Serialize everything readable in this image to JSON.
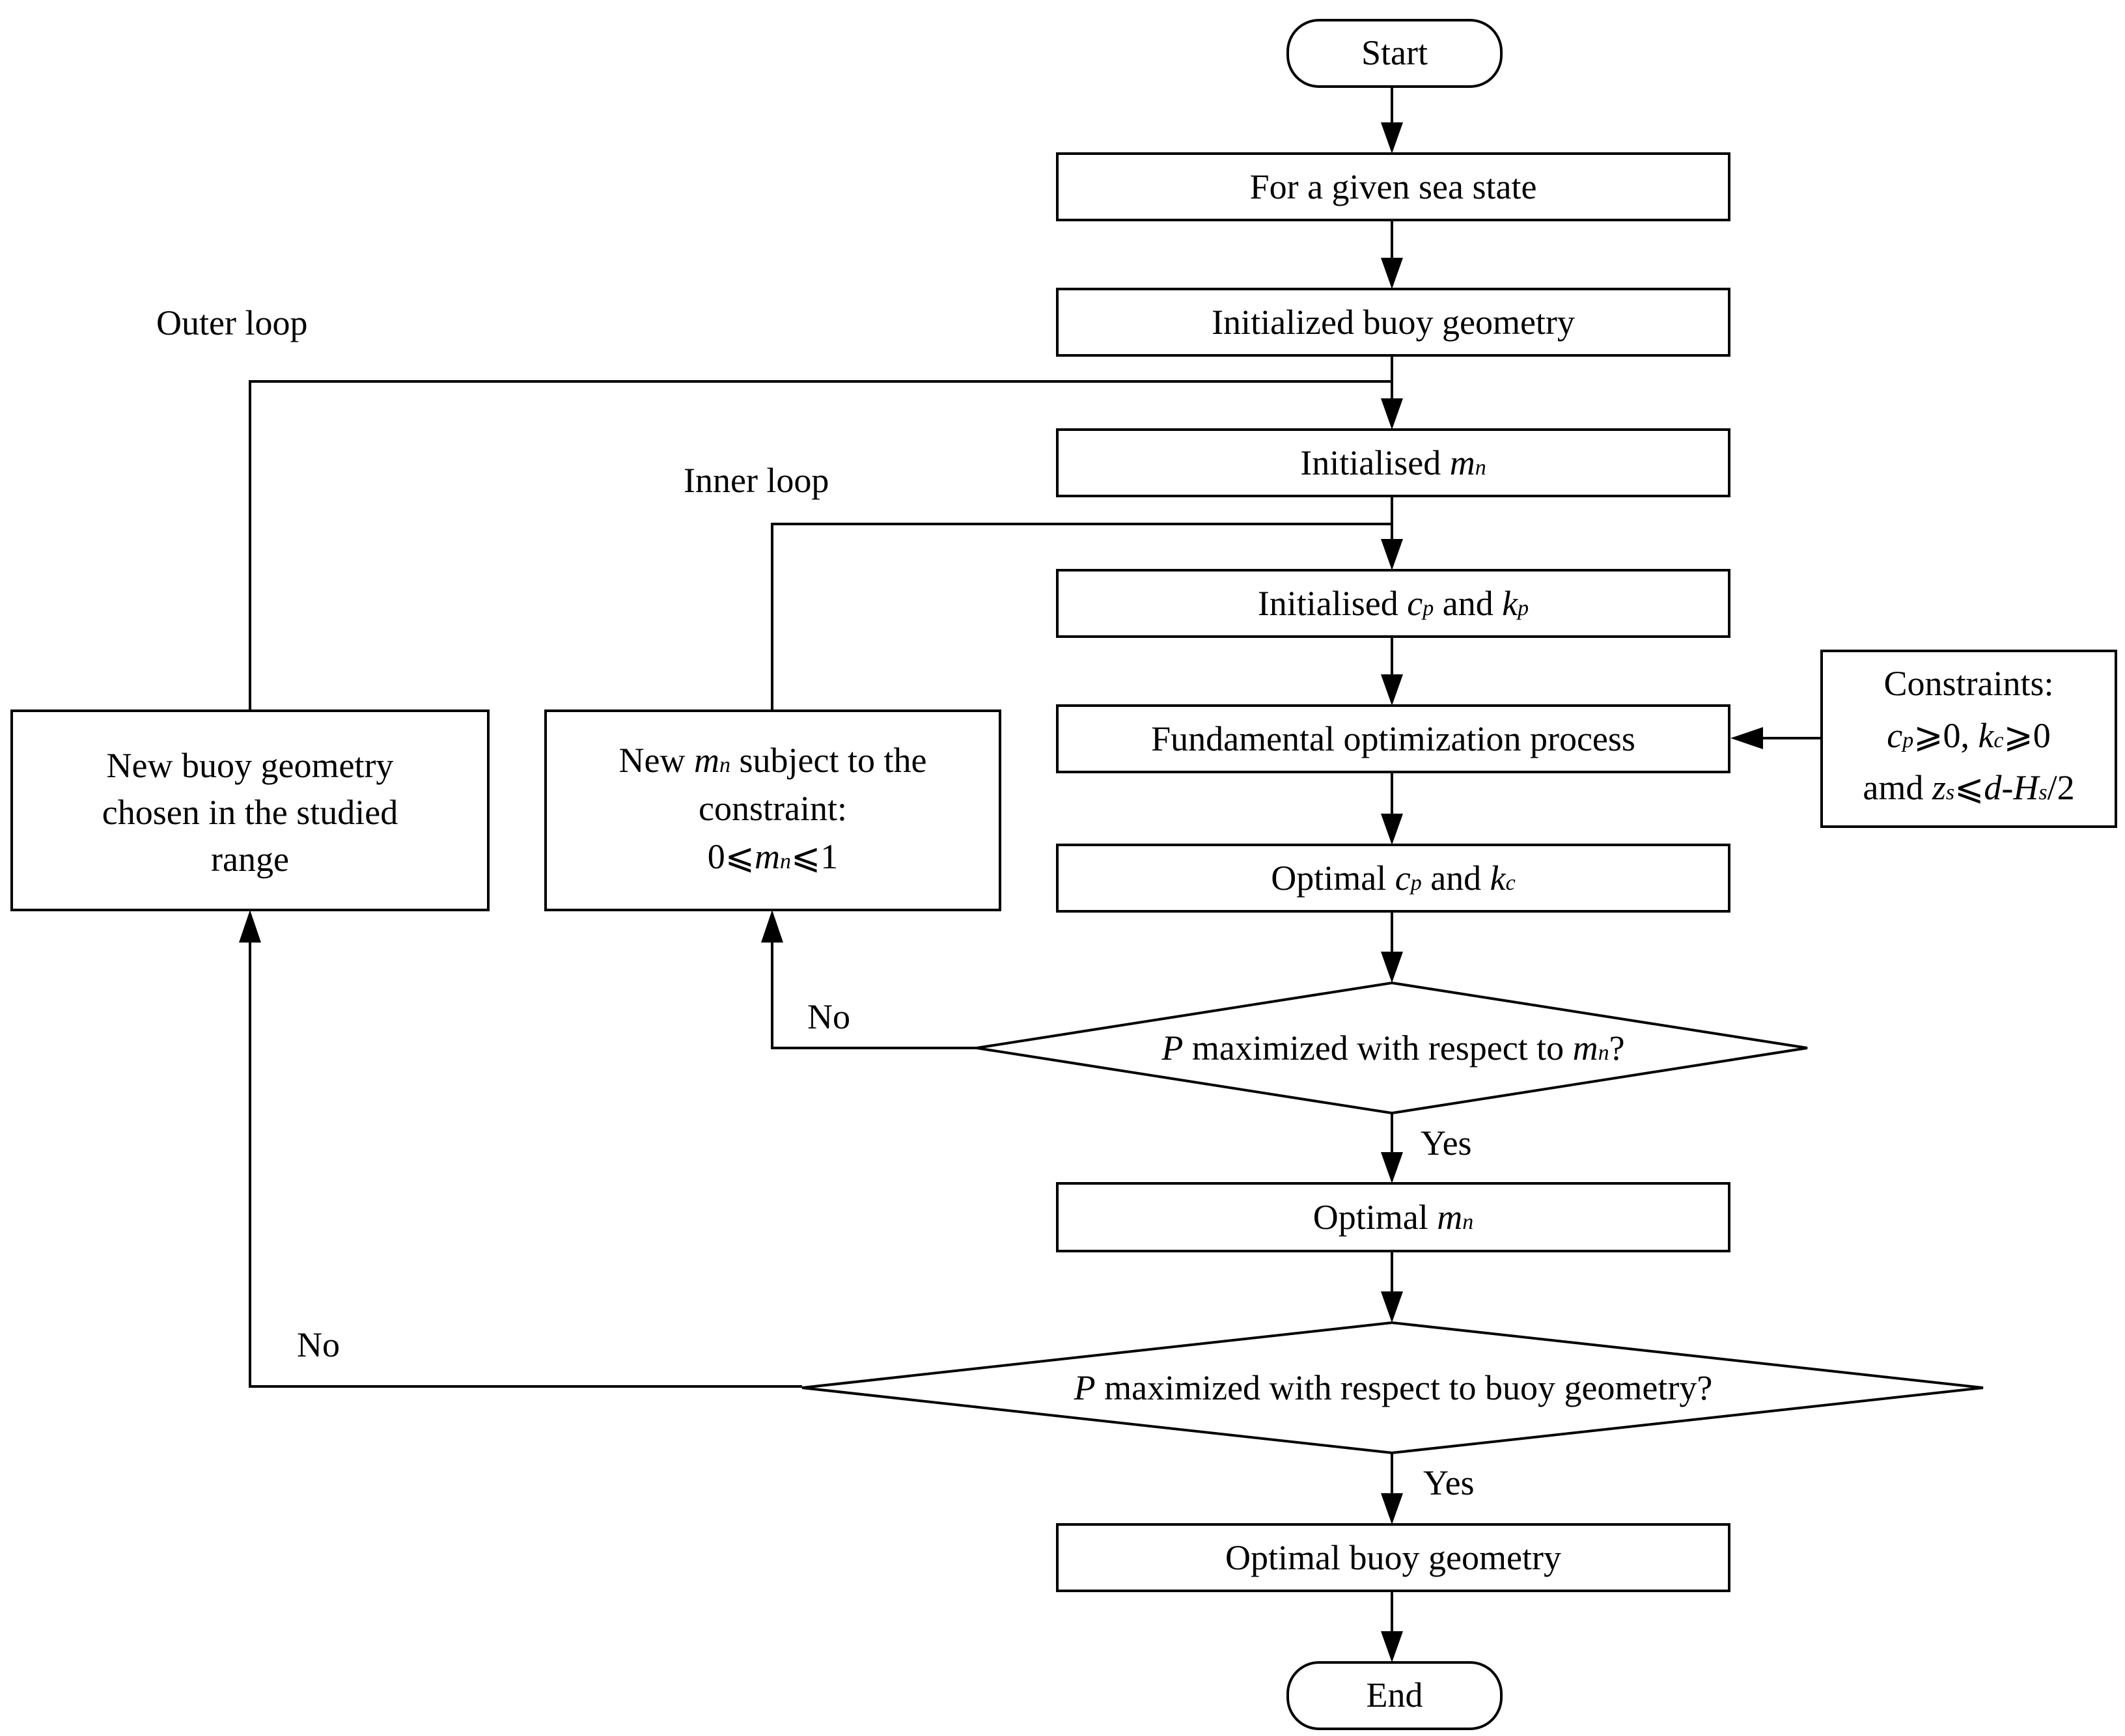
{
  "nodes": {
    "start": "Start",
    "sea_state": "For a given sea state",
    "init_geometry": "Initialized buoy geometry",
    "init_mn": {
      "text": "Initialised ",
      "var": "m",
      "sub": "n"
    },
    "init_cp_kp": {
      "pre": "Initialised ",
      "v1": "c",
      "s1": "p",
      "mid": " and ",
      "v2": "k",
      "s2": "p"
    },
    "fundamental": "Fundamental optimization process",
    "constraints": {
      "line1": "Constraints:",
      "line2": {
        "v1": "c",
        "s1": "p",
        "t1": "⩾0, ",
        "v2": "k",
        "s2": "c",
        "t2": "⩾0"
      },
      "line3": {
        "t1": "amd ",
        "v1": "z",
        "s1": "s",
        "t2": "⩽",
        "v2": "d",
        "t3": "-",
        "v3": "H",
        "s3": "s",
        "t4": "/2"
      }
    },
    "optimal_cp_kc": {
      "pre": "Optimal ",
      "v1": "c",
      "s1": "p",
      "mid": " and ",
      "v2": "k",
      "s2": "c"
    },
    "decision_mn": {
      "v": "P",
      "mid": " maximized with respect to ",
      "v2": "m",
      "s2": "n",
      "end": "?"
    },
    "optimal_mn": {
      "pre": "Optimal ",
      "v": "m",
      "s": "n"
    },
    "decision_geometry": {
      "v": "P",
      "rest": " maximized with respect to buoy geometry?"
    },
    "optimal_geometry": "Optimal buoy geometry",
    "end": "End",
    "new_mn": {
      "line1": {
        "pre": "New ",
        "v": "m",
        "s": "n",
        "post": " subject to the"
      },
      "line2": "constraint:",
      "line3": {
        "pre": "0⩽",
        "v": "m",
        "s": "n",
        "post": "⩽1"
      }
    },
    "new_geometry": {
      "line1": "New buoy geometry",
      "line2": "chosen in the studied",
      "line3": "range"
    }
  },
  "labels": {
    "outer_loop": "Outer loop",
    "inner_loop": "Inner loop",
    "no_inner": "No",
    "yes_inner": "Yes",
    "no_outer": "No",
    "yes_outer": "Yes"
  }
}
